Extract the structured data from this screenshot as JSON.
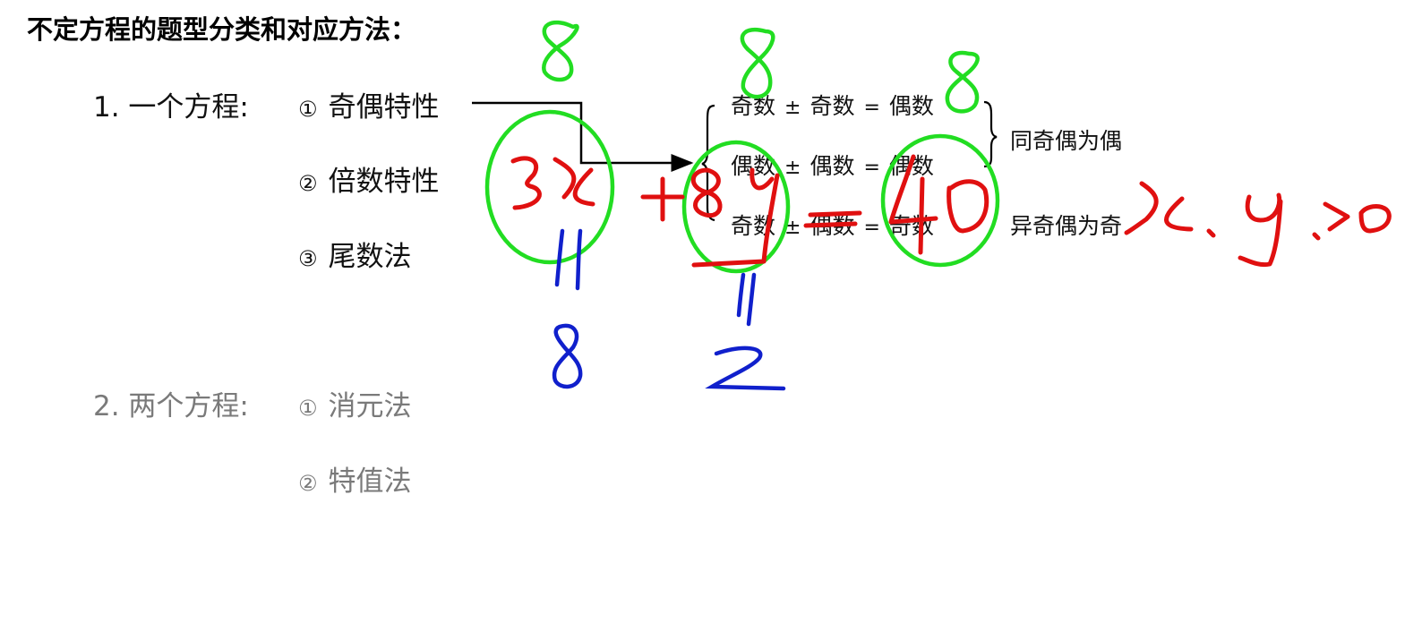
{
  "title": "不定方程的题型分类和对应方法：",
  "sections": [
    {
      "label": "1. 一个方程:",
      "items": [
        {
          "num": "①",
          "text": "奇偶特性"
        },
        {
          "num": "②",
          "text": "倍数特性"
        },
        {
          "num": "③",
          "text": "尾数法"
        }
      ]
    },
    {
      "label": "2. 两个方程:",
      "items": [
        {
          "num": "①",
          "text": "消元法"
        },
        {
          "num": "②",
          "text": "特值法"
        }
      ]
    }
  ],
  "parity_rules": [
    {
      "a": "奇数",
      "op": "±",
      "b": "奇数",
      "eq": "=",
      "result": "偶数"
    },
    {
      "a": "偶数",
      "op": "±",
      "b": "偶数",
      "eq": "=",
      "result": "偶数"
    },
    {
      "a": "奇数",
      "op": "±",
      "b": "偶数",
      "eq": "=",
      "result": "奇数"
    }
  ],
  "conclusions": {
    "same": "同奇偶为偶",
    "different": "异奇偶为奇"
  },
  "annotations": {
    "equation": "3x + 8y = 40",
    "constraint": "x、y > 0",
    "green_labels": [
      "8",
      "8",
      "8"
    ],
    "blue_labels": [
      "=",
      "8",
      "=",
      "2"
    ],
    "colors": {
      "red": "#e01010",
      "green": "#22dd22",
      "blue": "#1020cc",
      "gray_text": "#7a7a7a"
    }
  }
}
